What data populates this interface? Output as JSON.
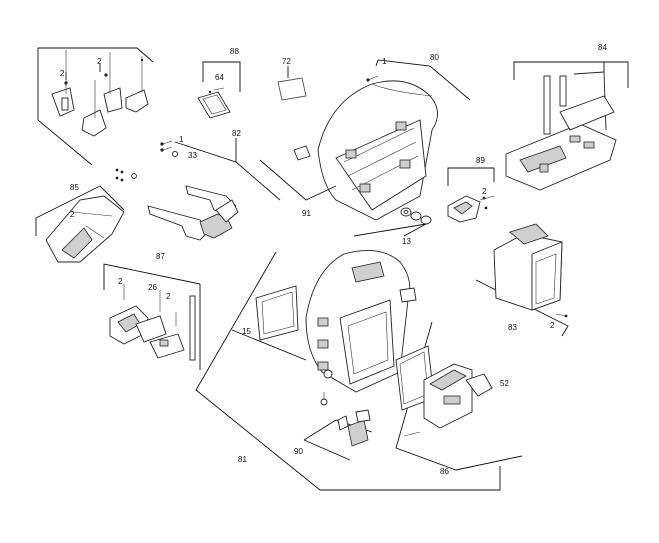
{
  "labels": {
    "l1a": "1",
    "l1b": "1",
    "l2a": "2",
    "l2b": "2",
    "l2c": "2",
    "l2d": "2",
    "l2e": "2",
    "l2f": "2",
    "l2g": "2",
    "l13": "13",
    "l15": "15",
    "l26": "26",
    "l33": "33",
    "l52": "52",
    "l64": "64",
    "l72": "72",
    "l80": "80",
    "l81": "81",
    "l82": "82",
    "l83": "83",
    "l84": "84",
    "l85": "85",
    "l86": "86",
    "l87": "87",
    "l88": "88",
    "l89": "89",
    "l90": "90",
    "l91": "91"
  }
}
